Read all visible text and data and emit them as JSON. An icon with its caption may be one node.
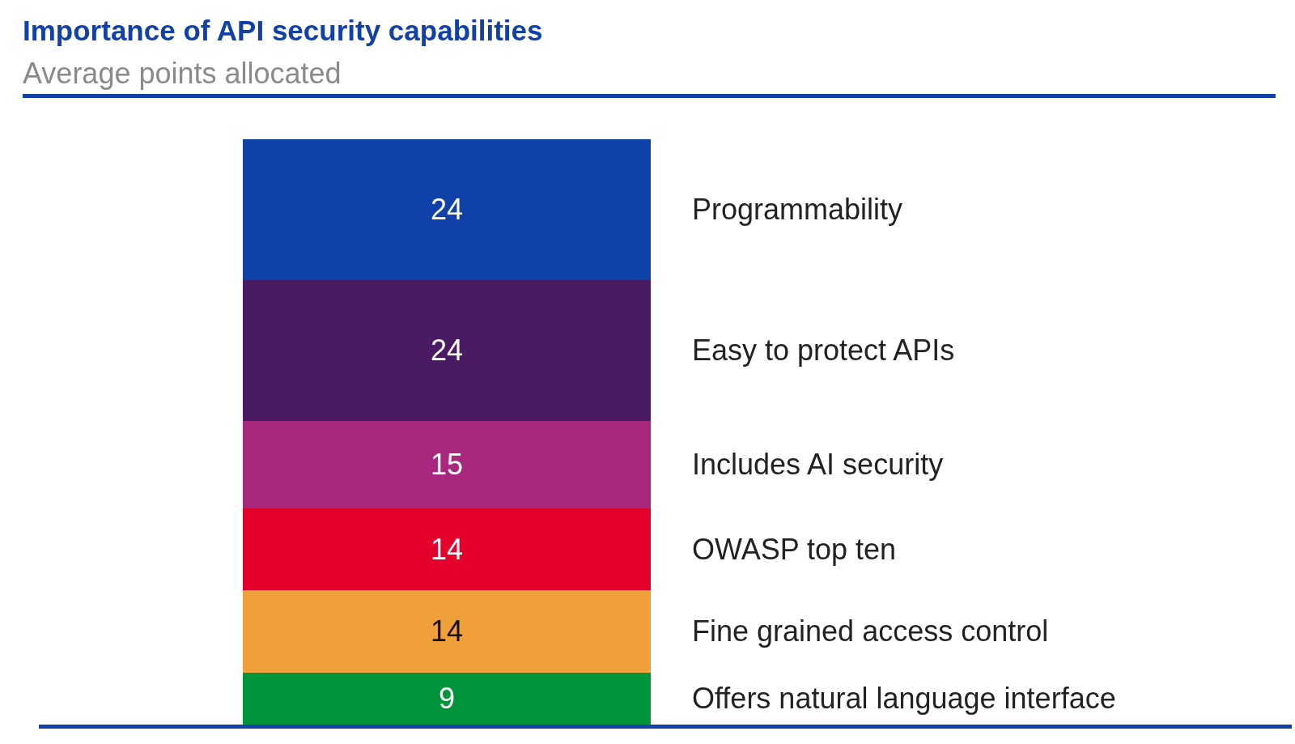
{
  "diagram": {
    "title": "Importance of API security capabilities",
    "labels": [
      "Average points allocated"
    ],
    "chart_data": {
      "type": "bar",
      "stacked": true,
      "orientation": "vertical",
      "categories": [
        null
      ],
      "data_labels": true,
      "series": [
        {
          "name": "Offers natural language interface",
          "color": "#00953a",
          "values": [
            9
          ]
        },
        {
          "name": "Fine grained access control",
          "color": "#f0a03a",
          "values": [
            14
          ]
        },
        {
          "name": "OWASP top ten",
          "color": "#e3002b",
          "values": [
            14
          ]
        },
        {
          "name": "Includes AI security",
          "color": "#a8287e",
          "values": [
            15
          ]
        },
        {
          "name": "Easy to protect APIs",
          "color": "#4a1a63",
          "values": [
            24
          ]
        },
        {
          "name": "Programmability",
          "color": "#0f41a8",
          "values": [
            24
          ]
        }
      ]
    }
  }
}
